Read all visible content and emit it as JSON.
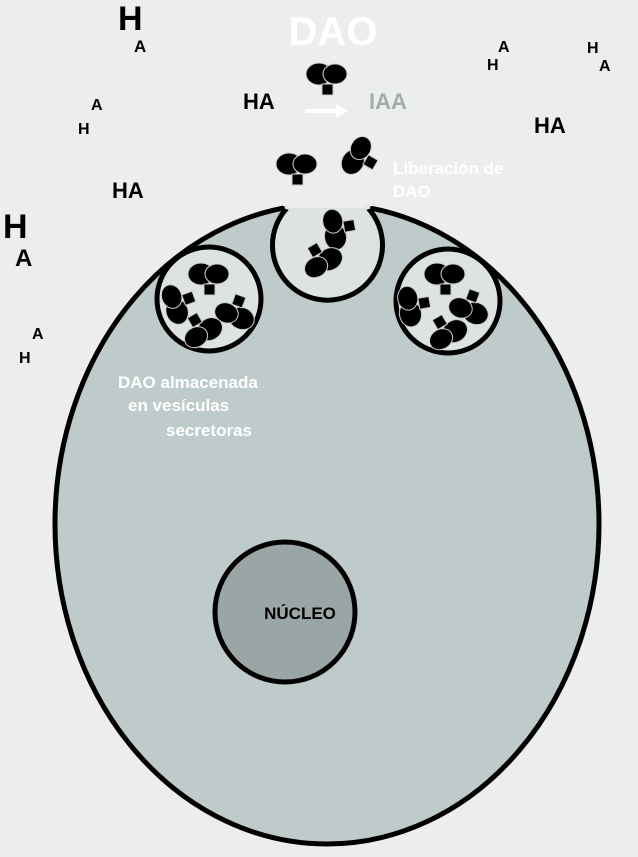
{
  "title": "DAO",
  "reaction": {
    "substrate": "HA",
    "product": "IAA"
  },
  "release_label": [
    "Liberación de",
    "DAO"
  ],
  "storage_label": [
    "DAO almacenada",
    "en vesículas",
    "secretoras"
  ],
  "nucleus_label": "NÚCLEO",
  "free_ha_labels": [
    "HA",
    "HA"
  ],
  "scattered_h": [
    "H",
    "A"
  ],
  "colors": {
    "background": "#eceeee",
    "cell": "#bfcaca",
    "vesicle": "#dde3e3",
    "nucleus": "#9aa5a5",
    "enzyme": "#000000",
    "product": "#a2acab"
  }
}
